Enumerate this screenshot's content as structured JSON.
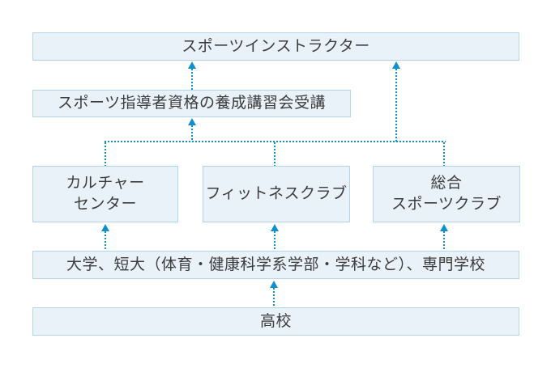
{
  "diagram": {
    "description": "スポーツインストラクターへの進路図",
    "boxes": {
      "instructor": {
        "label": "スポーツインストラクター"
      },
      "training": {
        "label": "スポーツ指導者資格の養成講習会受講"
      },
      "culture": {
        "line1": "カルチャー",
        "line2": "センター"
      },
      "fitness": {
        "label": "フィットネスクラブ"
      },
      "sports_club": {
        "line1": "総合",
        "line2": "スポーツクラブ"
      },
      "university": {
        "label": "大学、短大（体育・健康科学系学部・学科など）、専門学校"
      },
      "highschool": {
        "label": "高校"
      }
    },
    "colors": {
      "box_fill": "#e9f1f9",
      "box_border": "#b5d4e9",
      "arrow_blue": "#0e8fd0",
      "text": "#3c3c3c",
      "background": "#ffffff"
    },
    "connector_style": "dotted"
  }
}
